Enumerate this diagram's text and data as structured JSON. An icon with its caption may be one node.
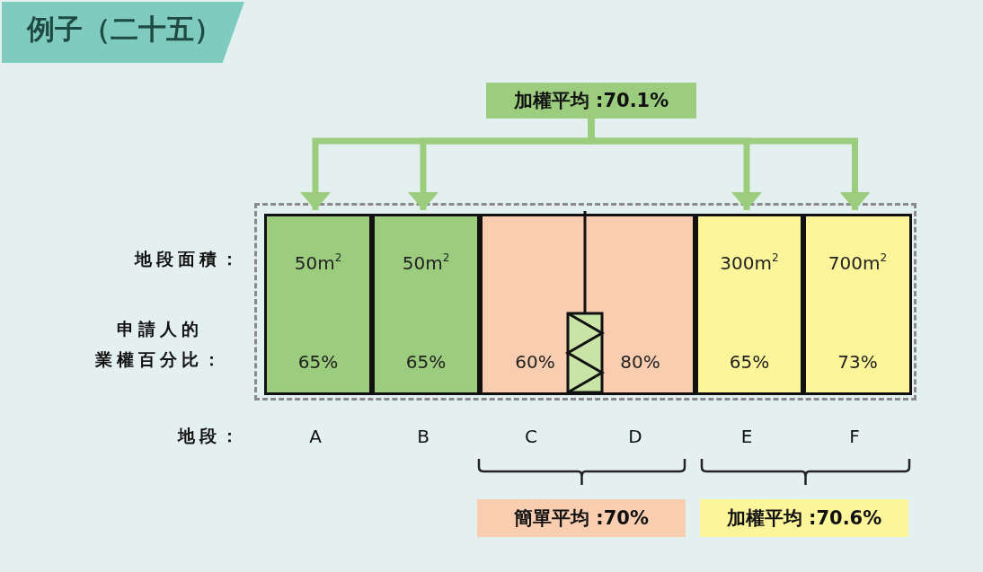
{
  "diagram": {
    "title": "例子（二十五）",
    "nodes": [
      {
        "text": [
          "加權平均 :70.1%"
        ]
      },
      {
        "text": [],
        "shape": "box"
      },
      {
        "text": [
          "50m$^{2}$",
          "65%"
        ],
        "in": 1
      },
      {
        "text": [
          "50m$^{2}$",
          "65%"
        ],
        "in": 1
      },
      {
        "text": [
          "60%"
        ],
        "in": 1
      },
      {
        "text": [
          "80%"
        ],
        "in": 1
      },
      {
        "text": [
          "300m$^{2}$",
          "65%"
        ],
        "in": 1
      },
      {
        "text": [
          "700m$^{2}$",
          "73%"
        ],
        "in": 1
      },
      {
        "text": [
          "簡單平均 :70%"
        ]
      },
      {
        "text": [
          "加權平均 :70.6%"
        ]
      }
    ],
    "edges": [
      {
        "from": 0,
        "to": 2,
        "arrow": "to"
      },
      {
        "from": 0,
        "to": 3,
        "arrow": "to"
      },
      {
        "from": 0,
        "to": 6,
        "arrow": "to"
      },
      {
        "from": 0,
        "to": 7,
        "arrow": "to"
      }
    ],
    "labels": [
      "地段面積：",
      "申請人的業權百分比：",
      "地段：",
      "A",
      "B",
      "C",
      "D",
      "E",
      "F"
    ]
  }
}
